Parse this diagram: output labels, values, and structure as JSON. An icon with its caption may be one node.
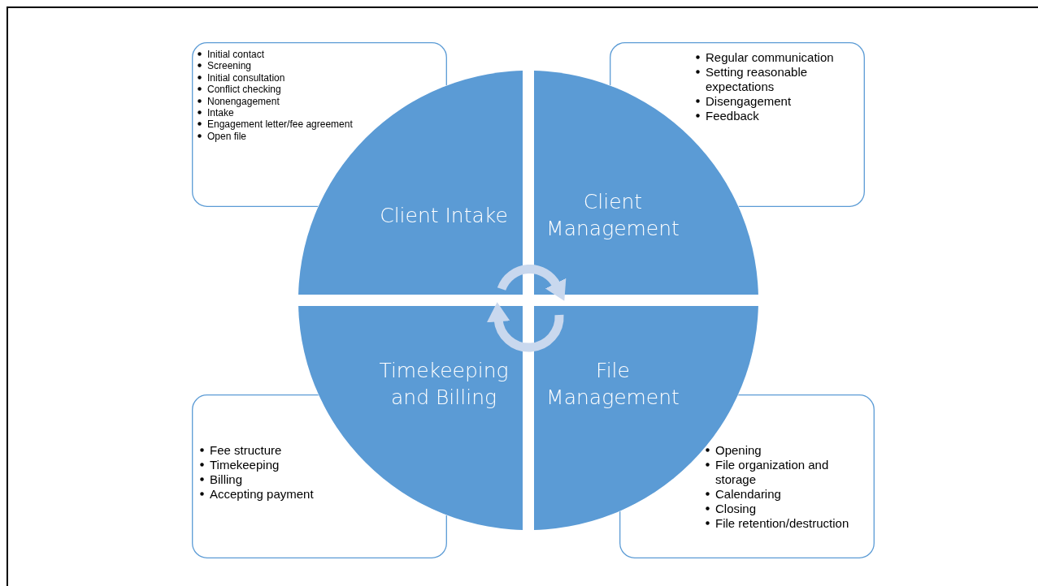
{
  "diagram": {
    "nodes": [
      {
        "text": [
          "Initial contact",
          "Screening",
          "Initial consultation",
          "Conflict checking",
          "Nonengagement",
          "Intake",
          "Engagement letter/fee agreement",
          "Open file"
        ]
      },
      {
        "text": [
          "Client Intake"
        ]
      },
      {
        "text": [
          "Client Management"
        ]
      },
      {
        "text": [
          "Regular communication",
          "Setting reasonable expectations",
          "Disengagement",
          "Feedback"
        ]
      },
      {
        "text": [
          "Timekeeping and Billing"
        ]
      },
      {
        "text": [
          "File Management"
        ]
      },
      {
        "text": [
          "Fee structure",
          "Timekeeping",
          "Billing",
          "Accepting payment"
        ]
      },
      {
        "text": [
          "Opening",
          "File organization and storage",
          "Calendaring",
          "Closing",
          "File retention/destruction"
        ]
      }
    ],
    "edges": [
      {
        "from": 1,
        "to": 2,
        "arrow": "to"
      },
      {
        "from": 5,
        "to": 4,
        "arrow": "to"
      }
    ]
  }
}
